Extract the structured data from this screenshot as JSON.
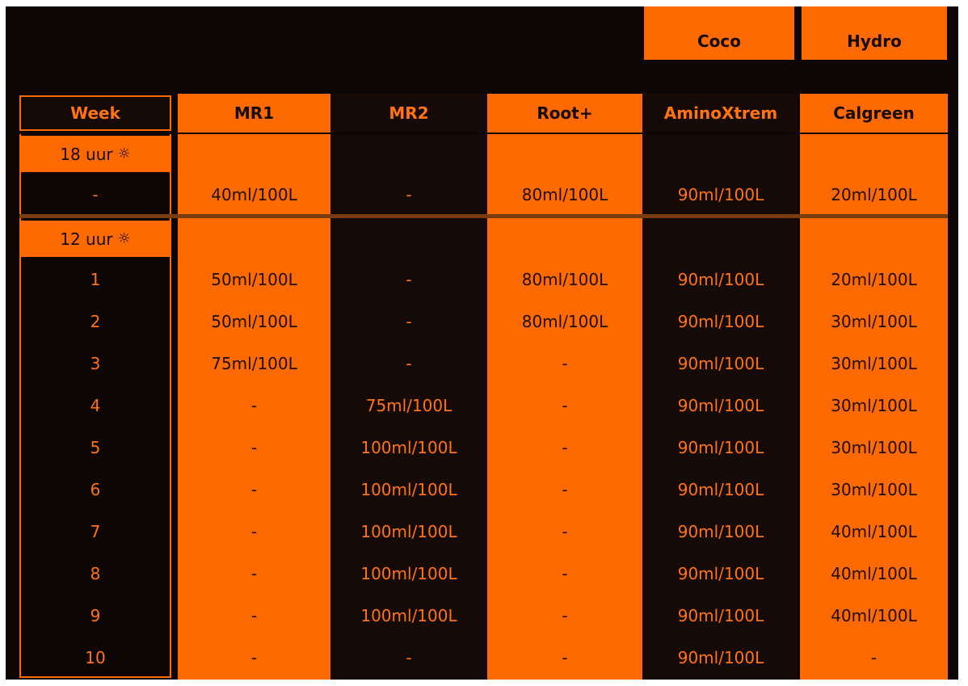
{
  "top_labels": {
    "coco": "Coco",
    "hydro": "Hydro"
  },
  "headers": [
    "Week",
    "MR1",
    "MR2",
    "Root+",
    "AminoXtrem",
    "Calgreen"
  ],
  "phases": [
    {
      "label": "18 uur",
      "icon": "sun-icon"
    },
    {
      "label": "12 uur",
      "icon": "sun-icon"
    }
  ],
  "rows": [
    {
      "week": "-",
      "mr1": "40ml/100L",
      "mr2": "-",
      "root": "80ml/100L",
      "amino": "90ml/100L",
      "calgreen": "20ml/100L"
    },
    {
      "week": "1",
      "mr1": "50ml/100L",
      "mr2": "-",
      "root": "80ml/100L",
      "amino": "90ml/100L",
      "calgreen": "20ml/100L"
    },
    {
      "week": "2",
      "mr1": "50ml/100L",
      "mr2": "-",
      "root": "80ml/100L",
      "amino": "90ml/100L",
      "calgreen": "30ml/100L"
    },
    {
      "week": "3",
      "mr1": "75ml/100L",
      "mr2": "-",
      "root": "-",
      "amino": "90ml/100L",
      "calgreen": "30ml/100L"
    },
    {
      "week": "4",
      "mr1": "-",
      "mr2": "75ml/100L",
      "root": "-",
      "amino": "90ml/100L",
      "calgreen": "30ml/100L"
    },
    {
      "week": "5",
      "mr1": "-",
      "mr2": "100ml/100L",
      "root": "-",
      "amino": "90ml/100L",
      "calgreen": "30ml/100L"
    },
    {
      "week": "6",
      "mr1": "-",
      "mr2": "100ml/100L",
      "root": "-",
      "amino": "90ml/100L",
      "calgreen": "30ml/100L"
    },
    {
      "week": "7",
      "mr1": "-",
      "mr2": "100ml/100L",
      "root": "-",
      "amino": "90ml/100L",
      "calgreen": "40ml/100L"
    },
    {
      "week": "8",
      "mr1": "-",
      "mr2": "100ml/100L",
      "root": "-",
      "amino": "90ml/100L",
      "calgreen": "40ml/100L"
    },
    {
      "week": "9",
      "mr1": "-",
      "mr2": "100ml/100L",
      "root": "-",
      "amino": "90ml/100L",
      "calgreen": "40ml/100L"
    },
    {
      "week": "10",
      "mr1": "-",
      "mr2": "-",
      "root": "-",
      "amino": "90ml/100L",
      "calgreen": "-"
    }
  ],
  "colors": {
    "orange": "#ff6a00",
    "dark": "#160a06"
  }
}
